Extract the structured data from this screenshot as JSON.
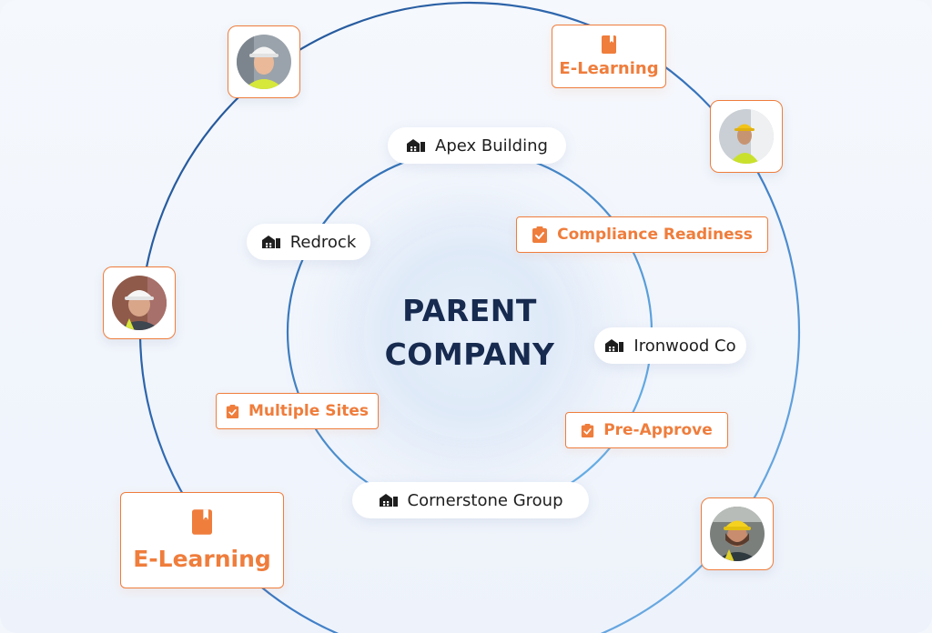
{
  "center": {
    "line1": "PARENT",
    "line2": "COMPANY"
  },
  "companies": {
    "apex": "Apex Building",
    "redrock": "Redrock",
    "ironwood": "Ironwood Co",
    "cornerstone": "Cornerstone Group"
  },
  "features": {
    "compliance": "Compliance Readiness",
    "multiple_sites": "Multiple Sites",
    "pre_approve": "Pre-Approve"
  },
  "elearning": {
    "top": "E-Learning",
    "bottom": "E-Learning"
  },
  "icons": {
    "company": "building-icon",
    "feature": "clipboard-check-icon",
    "elearning": "book-icon",
    "worker": "worker-avatar"
  },
  "colors": {
    "accent": "#ef7d3c",
    "title": "#172a4f",
    "ring_dark": "#1f4f8f",
    "ring_light": "#5aa8e6",
    "background": "#f3f7fc"
  }
}
